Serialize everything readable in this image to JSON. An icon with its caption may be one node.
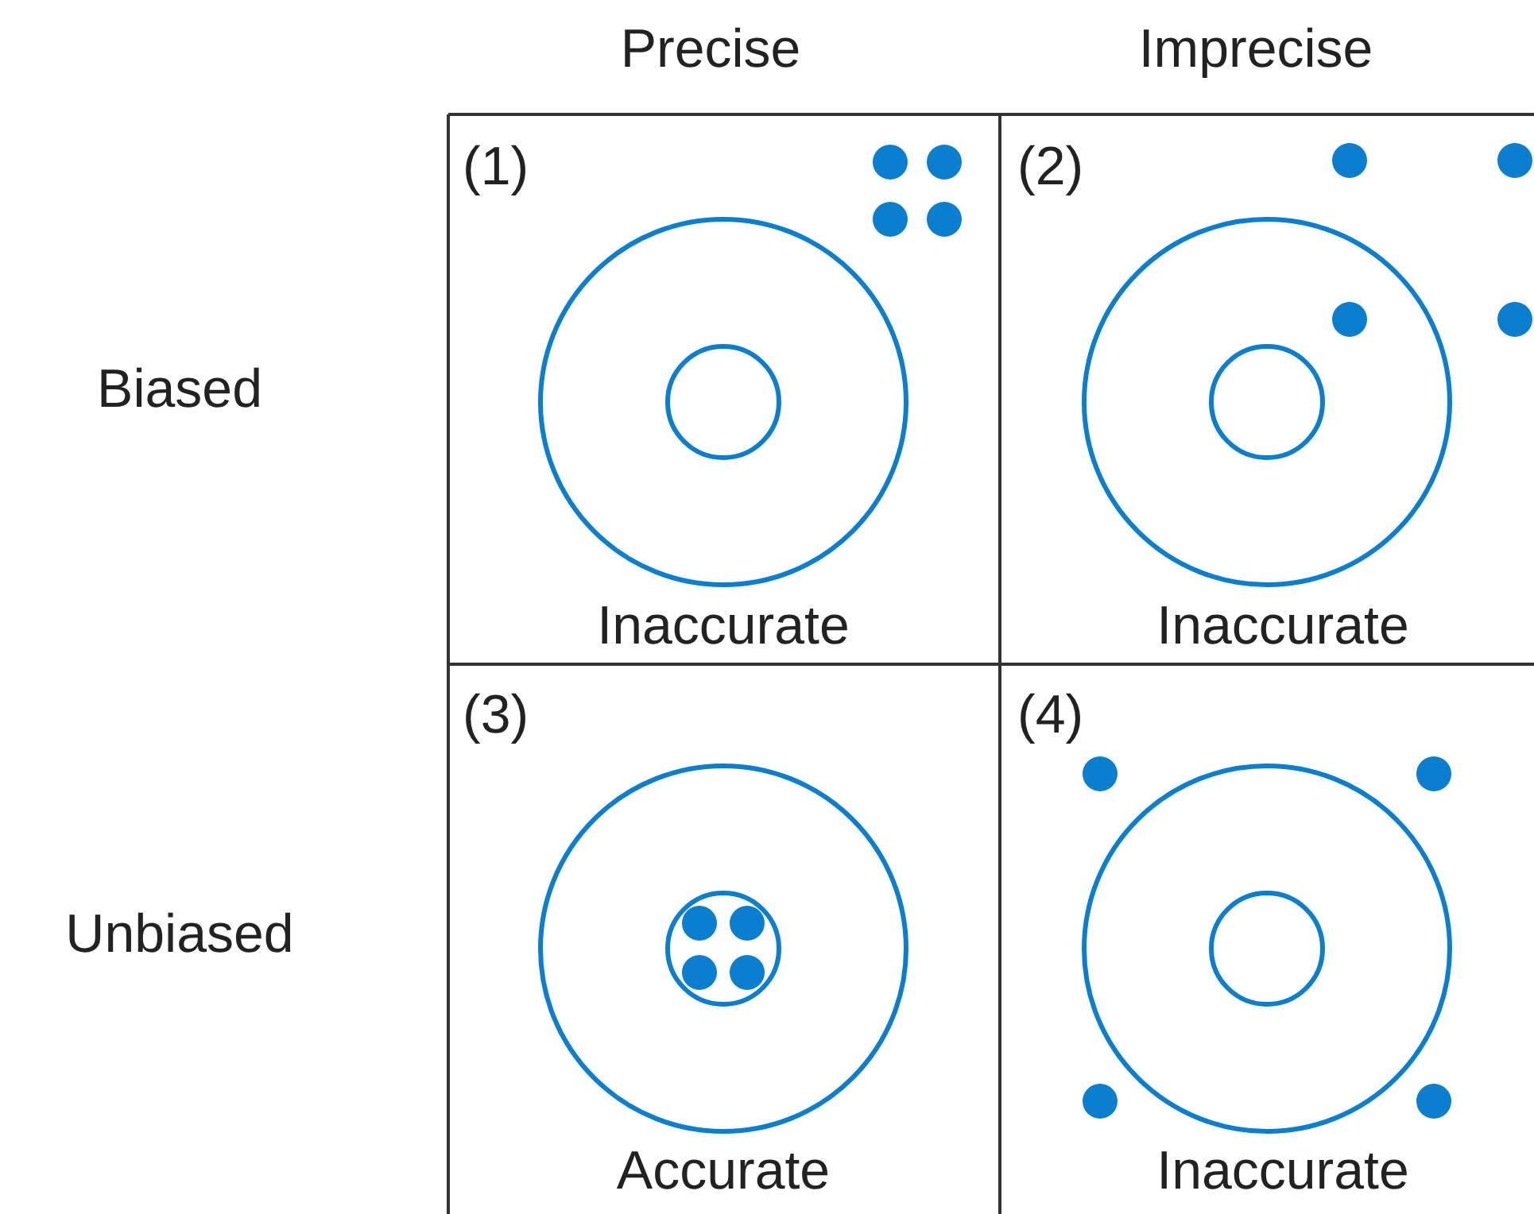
{
  "diagram": {
    "labels": [
      "Precise",
      "Imprecise",
      "(1)",
      "(2)",
      "Biased",
      "Inaccurate",
      "Inaccurate",
      "(3)",
      "(4)",
      "Unbiased",
      "Accurate",
      "Inaccurate"
    ]
  }
}
